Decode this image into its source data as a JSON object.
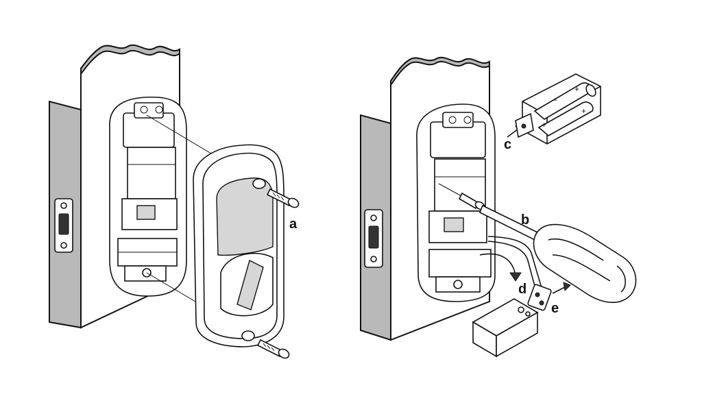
{
  "callouts": {
    "a": "a",
    "b": "b",
    "c": "c",
    "d": "d",
    "e": "e"
  }
}
